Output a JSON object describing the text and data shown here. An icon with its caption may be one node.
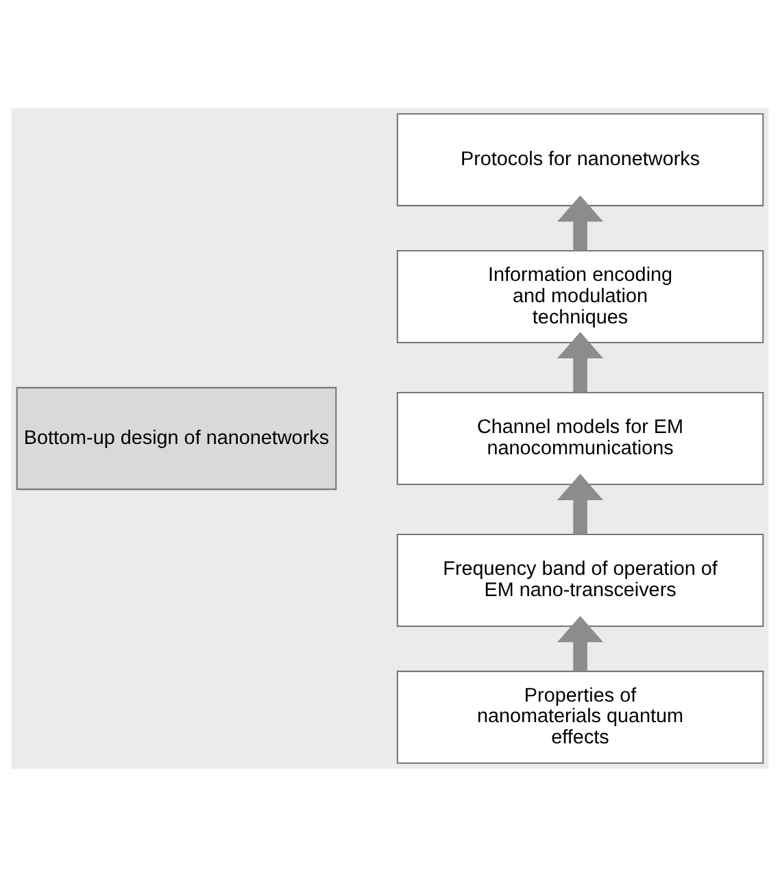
{
  "diagram": {
    "nodes": [
      {
        "text": [
          "Bottom-up design of nanonetworks"
        ]
      },
      {
        "text": [
          "Protocols for nanonetworks"
        ]
      },
      {
        "text": [
          "Information encoding and modulation techniques"
        ]
      },
      {
        "text": [
          "Channel models for EM nanocommunications"
        ]
      },
      {
        "text": [
          "Frequency band of operation of EM nano-transceivers"
        ]
      },
      {
        "text": [
          "Properties of nanomaterials quantum effects"
        ]
      }
    ],
    "edges": [
      {
        "from": 5,
        "to": 4,
        "arrow": "to"
      },
      {
        "from": 4,
        "to": 3,
        "arrow": "to"
      },
      {
        "from": 3,
        "to": 2,
        "arrow": "to"
      },
      {
        "from": 2,
        "to": 1,
        "arrow": "to"
      }
    ]
  }
}
